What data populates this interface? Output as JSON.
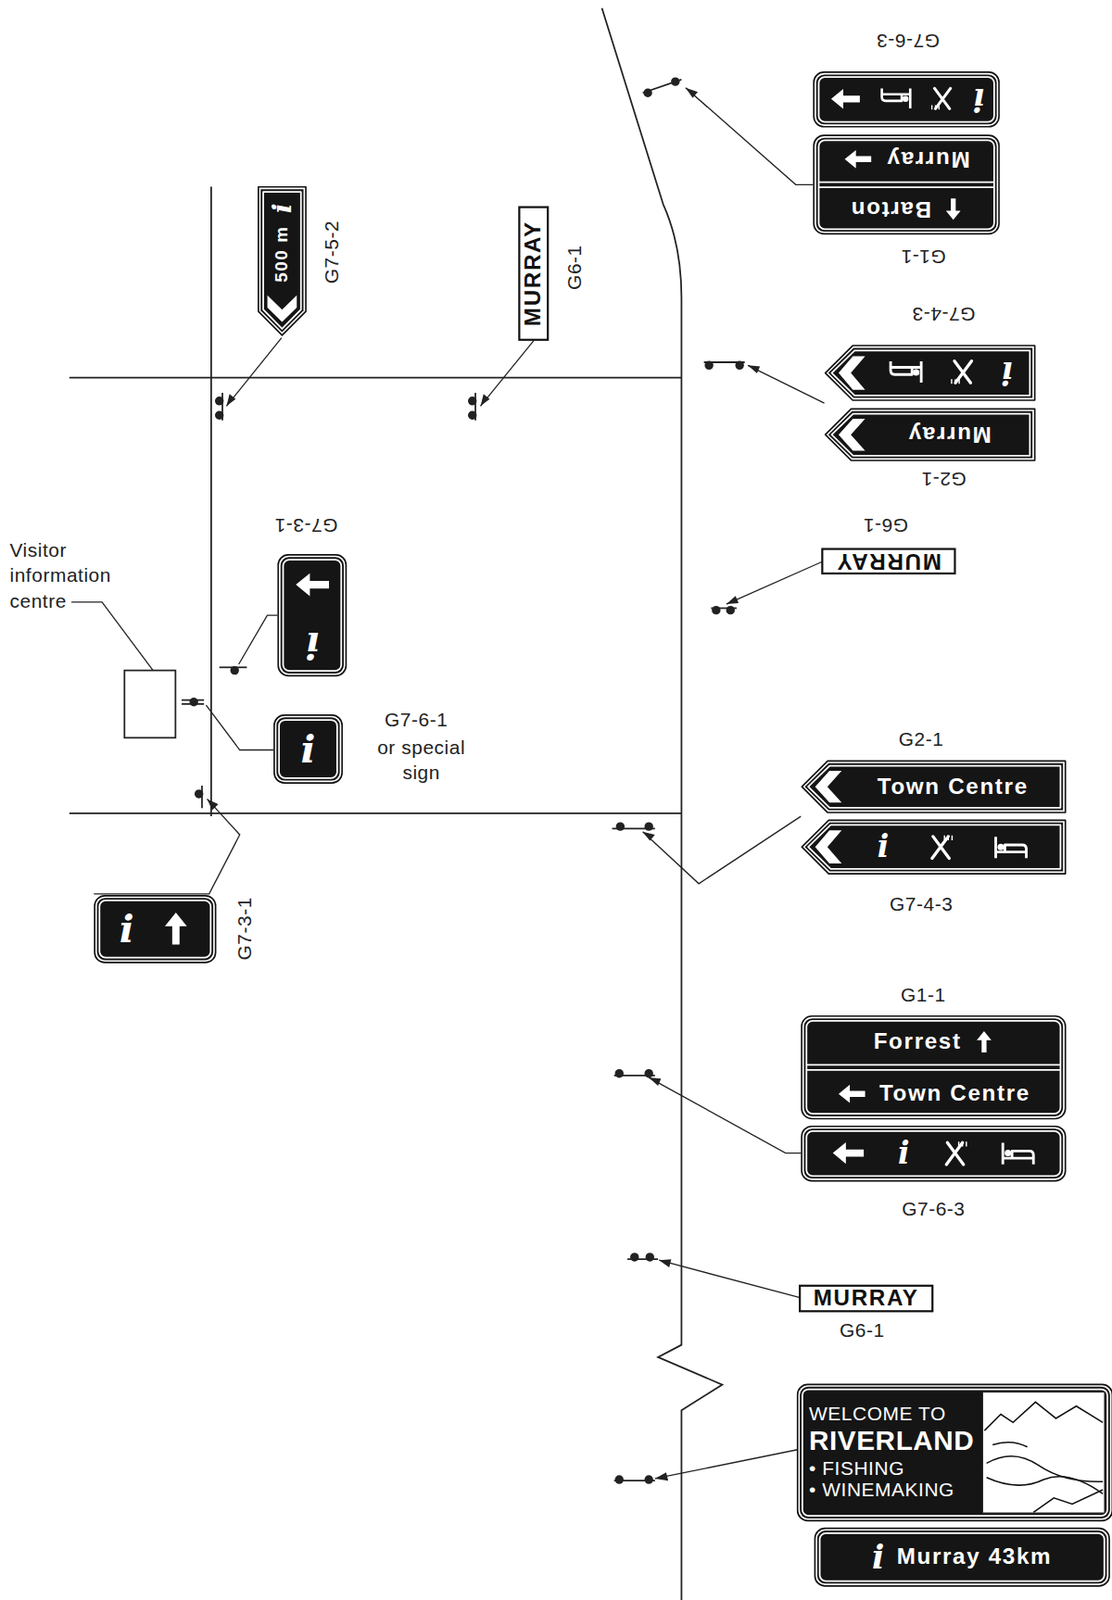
{
  "diagram": {
    "nodes": [
      {
        "text": [
          "i"
        ]
      },
      {
        "text": [
          "Barton",
          "Murray"
        ]
      },
      {
        "text": [
          "500 m",
          "i"
        ]
      },
      {
        "text": [
          "MURRAY"
        ]
      },
      {
        "text": [
          "i"
        ]
      },
      {
        "text": [
          "Murray"
        ]
      },
      {
        "text": [
          "MURRAY"
        ]
      },
      {
        "text": [
          "i"
        ]
      },
      {
        "text": [
          "i"
        ]
      },
      {
        "text": [
          "Town Centre"
        ]
      },
      {
        "text": [
          "i"
        ]
      },
      {
        "text": [
          "i"
        ]
      },
      {
        "text": [
          "Forrest",
          "Town Centre"
        ]
      },
      {
        "text": [
          "i"
        ]
      },
      {
        "text": [
          "MURRAY"
        ]
      },
      {
        "text": [
          "WELCOME TO",
          "RIVERLAND",
          "• FISHING",
          "• WINEMAKING"
        ]
      },
      {
        "text": [
          "i",
          "Murray 43km"
        ]
      }
    ],
    "labels": [
      "G7-6-3",
      "G1-1",
      "G7-5-2",
      "G6-1",
      "G7-4-3",
      "G2-1",
      "G6-1",
      "G7-3-1",
      "Visitor information centre",
      "G7-6-1",
      "or special sign",
      "G2-1",
      "G7-4-3",
      "G7-3-1",
      "G1-1",
      "G7-6-3",
      "G6-1"
    ]
  }
}
